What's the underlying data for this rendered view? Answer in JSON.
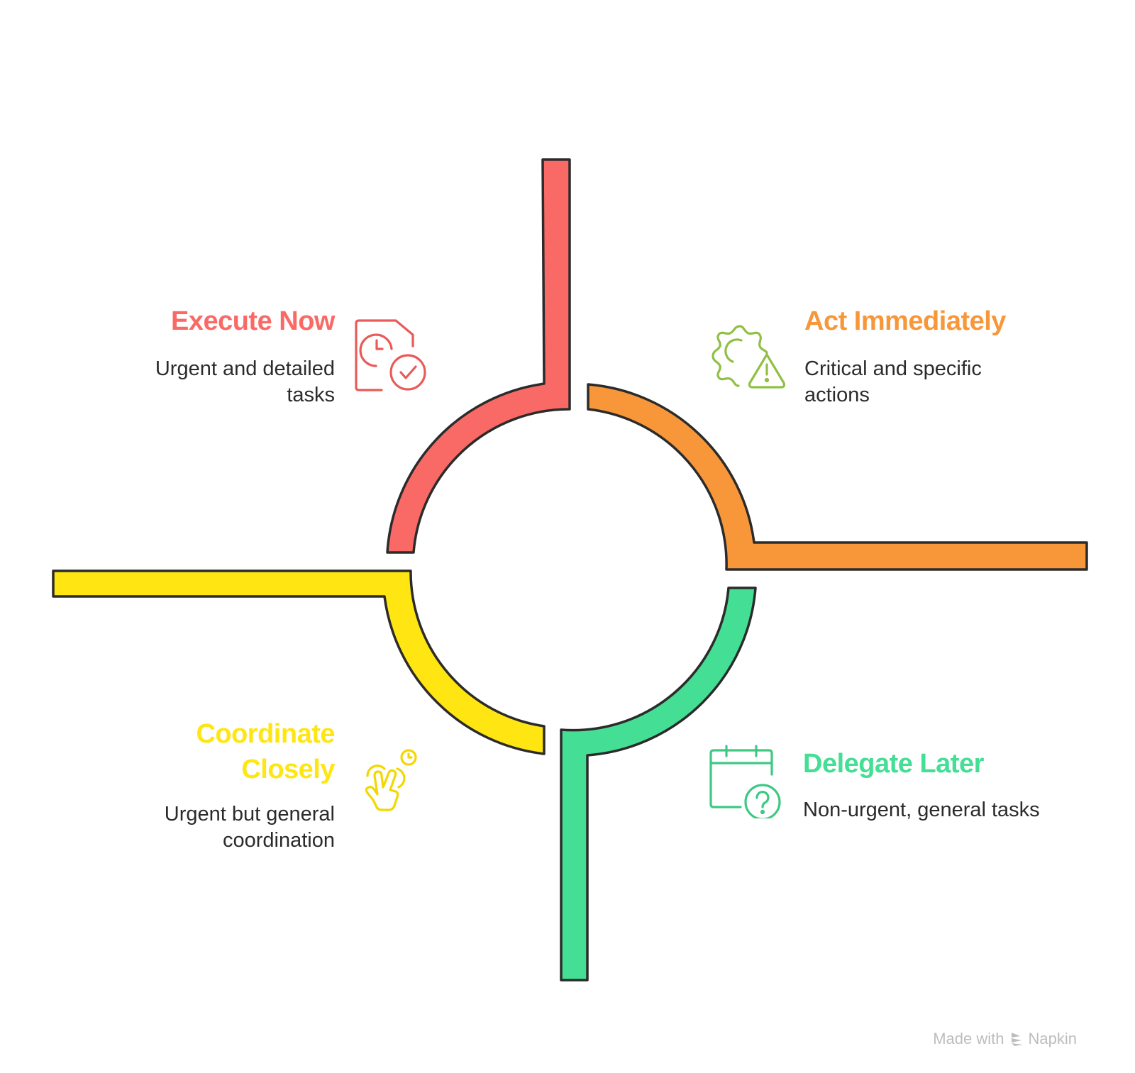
{
  "quadrants": [
    {
      "id": "execute-now",
      "title": "Execute Now",
      "description_lines": [
        "Urgent and detailed",
        "tasks"
      ],
      "color": "#f96a67",
      "icon_color": "#e85b58",
      "icon": "document-clock-check-icon",
      "position": "top-left"
    },
    {
      "id": "act-immediately",
      "title": "Act Immediately",
      "description_lines": [
        "Critical and specific",
        "actions"
      ],
      "color": "#f7973a",
      "icon_color": "#8fc043",
      "icon": "gear-warning-icon",
      "position": "top-right"
    },
    {
      "id": "coordinate-closely",
      "title_lines": [
        "Coordinate",
        "Closely"
      ],
      "description_lines": [
        "Urgent but general",
        "coordination"
      ],
      "color": "#ffe512",
      "icon_color": "#f2d800",
      "icon": "hand-gesture-clock-icon",
      "position": "bottom-left"
    },
    {
      "id": "delegate-later",
      "title": "Delegate Later",
      "description_lines": [
        "Non-urgent, general tasks"
      ],
      "color": "#44de94",
      "icon_color": "#3ec884",
      "icon": "calendar-question-icon",
      "position": "bottom-right"
    }
  ],
  "footer": {
    "made_with": "Made with",
    "brand": "Napkin",
    "icon": "napkin-logo-icon"
  },
  "colors": {
    "outline": "#2b2b2b",
    "text": "#2b2b2b",
    "footer": "#bdbdbd"
  }
}
